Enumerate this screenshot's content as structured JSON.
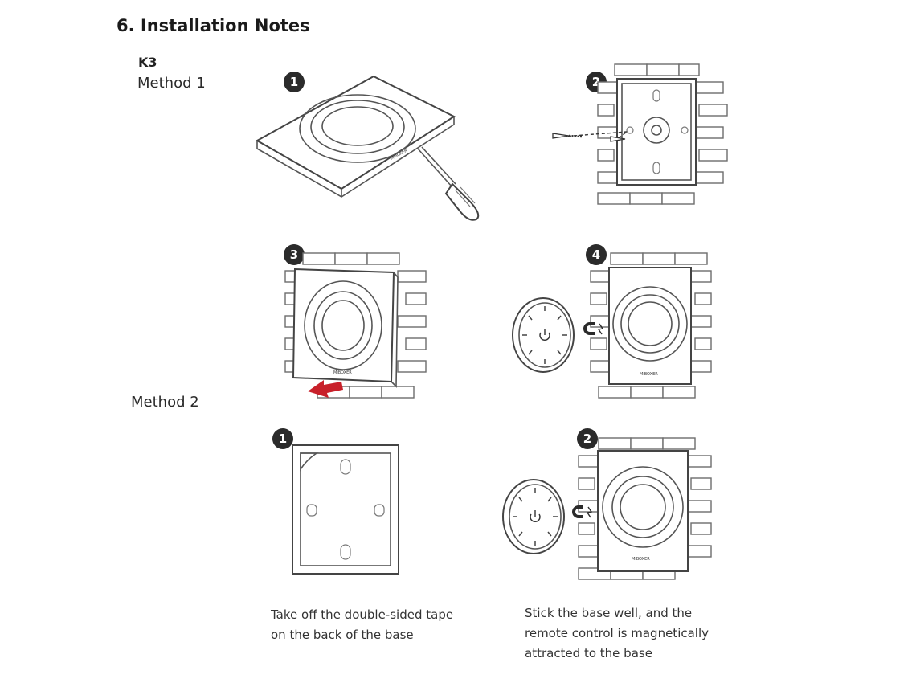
{
  "heading": "6. Installation Notes",
  "model": "K3",
  "method1": {
    "label": "Method 1",
    "steps": [
      "1",
      "2",
      "3",
      "4"
    ]
  },
  "method2": {
    "label": "Method 2",
    "steps": [
      "1",
      "2"
    ],
    "captions": [
      [
        "Take off the double-sided tape",
        "on the back of the base"
      ],
      [
        "Stick the base well, and the",
        "remote control is magnetically",
        "attracted to the base"
      ]
    ]
  },
  "brand_mark": "MiBOXER",
  "colors": {
    "arrow": "#c8202a",
    "line": "#555555",
    "step_badge": "#2b2b2b"
  },
  "icons": [
    "screwdriver-icon",
    "screw-icon",
    "magnet-icon",
    "red-arrow-icon",
    "power-icon"
  ]
}
